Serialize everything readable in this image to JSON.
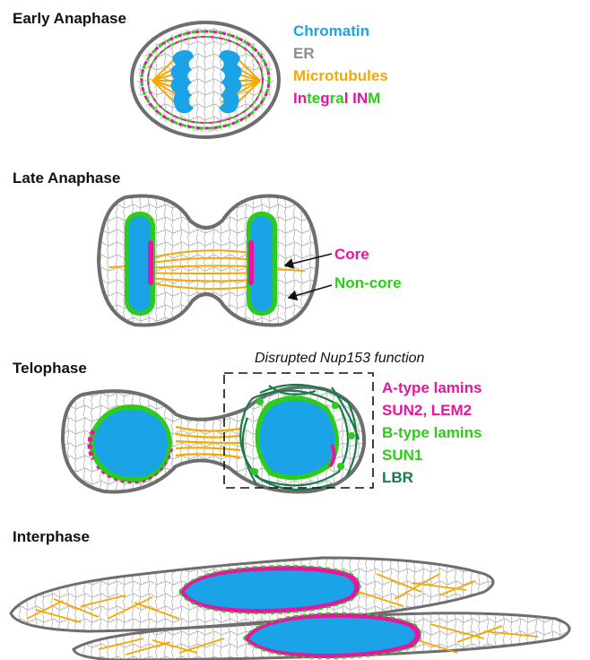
{
  "colors": {
    "chromatin": "#1aa3e6",
    "er": "#8c8c8c",
    "microtubules": "#f4a900",
    "magenta": "#e6169e",
    "green": "#2ecc1a",
    "dark_green": "#1a7a4a",
    "outline": "#6e6e6e"
  },
  "panels": {
    "early": {
      "title": "Early Anaphase",
      "legend": {
        "chromatin": "Chromatin",
        "er": "ER",
        "microtubules": "Microtubules",
        "integral_parts": [
          "In",
          "te",
          "g",
          "ra",
          "l",
          " ",
          "IN",
          "M"
        ]
      }
    },
    "late": {
      "title": "Late Anaphase",
      "core": "Core",
      "noncore": "Non-core"
    },
    "telophase": {
      "title": "Telophase",
      "note": "Disrupted Nup153 function",
      "legend": {
        "a_type": "A-type lamins",
        "sun2_lem2": "SUN2, LEM2",
        "b_type": "B-type lamins",
        "sun1": "SUN1",
        "lbr": "LBR"
      }
    },
    "interphase": {
      "title": "Interphase"
    }
  },
  "icons": [
    "cell-outline",
    "chromatin-mass",
    "spindle-microtubules",
    "er-network",
    "arrow"
  ]
}
